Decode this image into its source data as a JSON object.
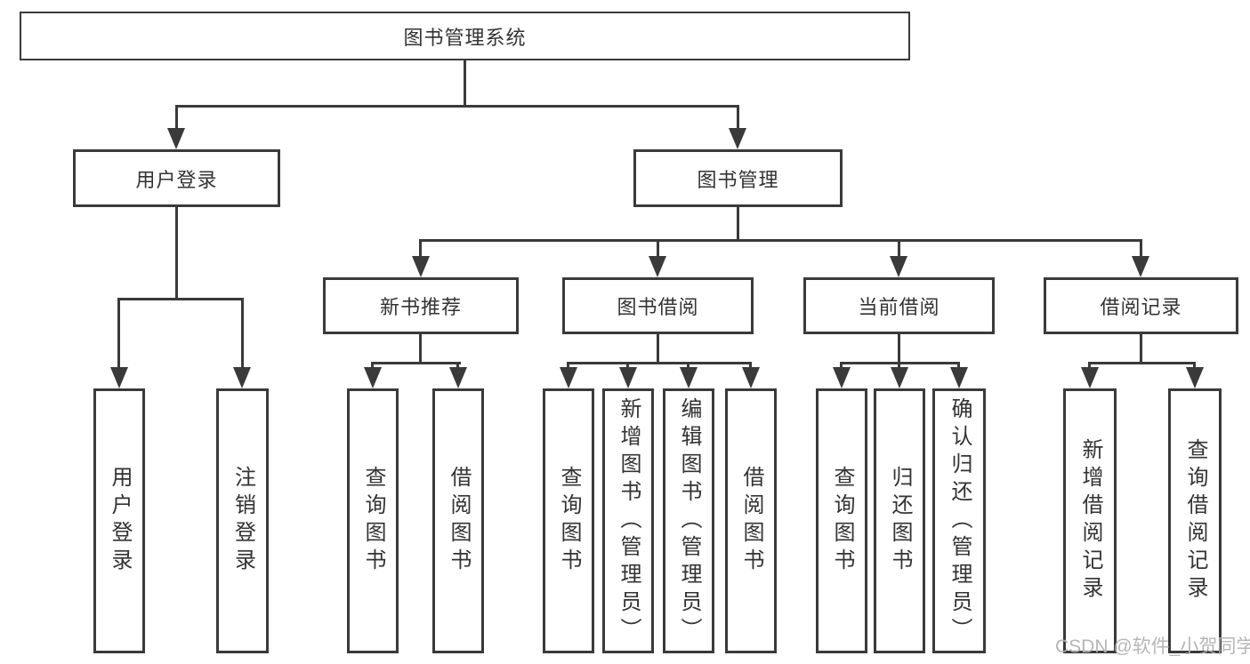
{
  "diagram_title": "图书管理系统",
  "colors": {
    "line": "#3a3a3a",
    "text": "#333333",
    "box_fill": "#ffffff",
    "background": "#ffffff",
    "watermark": "#b2b2b2"
  },
  "tree": {
    "root": {
      "label": "图书管理系统"
    },
    "branches": [
      {
        "label": "用户登录",
        "children": [
          {
            "label": "用户登录"
          },
          {
            "label": "注销登录"
          }
        ]
      },
      {
        "label": "图书管理",
        "children": [
          {
            "label": "新书推荐",
            "children": [
              {
                "label": "查询图书"
              },
              {
                "label": "借阅图书"
              }
            ]
          },
          {
            "label": "图书借阅",
            "children": [
              {
                "label": "查询图书"
              },
              {
                "label": "新增图书（管理员）"
              },
              {
                "label": "编辑图书（管理员）"
              },
              {
                "label": "借阅图书"
              }
            ]
          },
          {
            "label": "当前借阅",
            "children": [
              {
                "label": "查询图书"
              },
              {
                "label": "归还图书"
              },
              {
                "label": "确认归还（管理员）"
              }
            ]
          },
          {
            "label": "借阅记录",
            "children": [
              {
                "label": "新增借阅记录"
              },
              {
                "label": "查询借阅记录"
              }
            ]
          }
        ]
      }
    ]
  },
  "watermark": {
    "text": "CSDN @软件_小贺同学"
  }
}
